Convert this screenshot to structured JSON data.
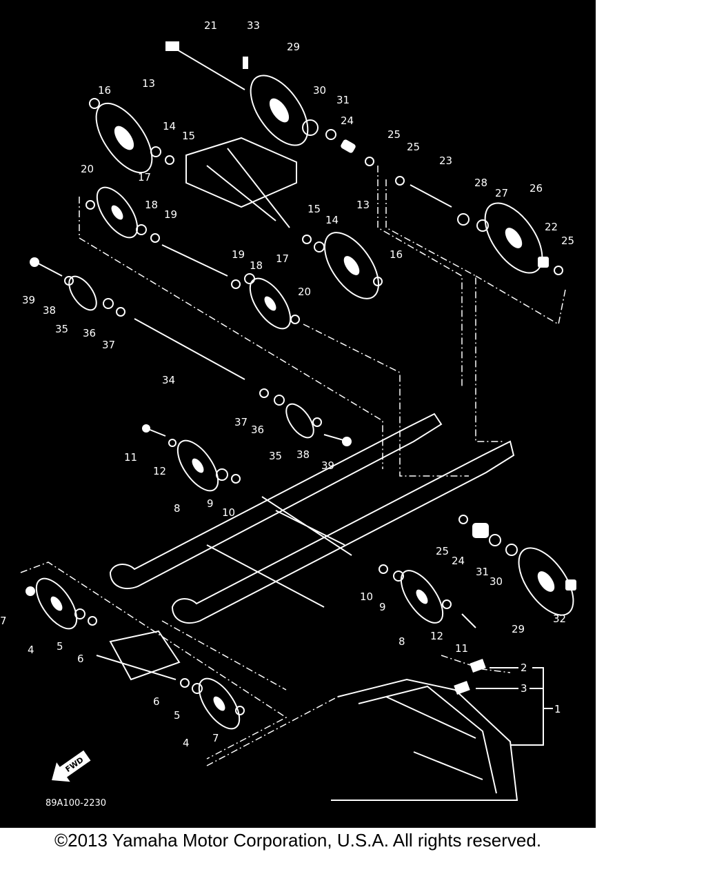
{
  "diagram": {
    "diagram_code": "89A100-2230",
    "fwd_label": "FWD",
    "colors": {
      "background": "#000000",
      "ink": "#ffffff",
      "page": "#ffffff",
      "footer_text": "#000000"
    },
    "part_labels": [
      "1",
      "2",
      "3",
      "4",
      "4",
      "5",
      "5",
      "6",
      "6",
      "7",
      "7",
      "8",
      "8",
      "9",
      "9",
      "10",
      "10",
      "11",
      "11",
      "12",
      "12",
      "13",
      "13",
      "14",
      "14",
      "15",
      "15",
      "16",
      "16",
      "17",
      "17",
      "18",
      "18",
      "19",
      "19",
      "20",
      "20",
      "21",
      "22",
      "23",
      "24",
      "24",
      "25",
      "25",
      "25",
      "25",
      "26",
      "27",
      "28",
      "29",
      "29",
      "30",
      "30",
      "31",
      "31",
      "32",
      "33",
      "34",
      "35",
      "35",
      "36",
      "36",
      "37",
      "37",
      "38",
      "38",
      "39",
      "39"
    ]
  },
  "footer": {
    "copyright": "©2013 Yamaha Motor Corporation, U.S.A. All rights reserved."
  }
}
